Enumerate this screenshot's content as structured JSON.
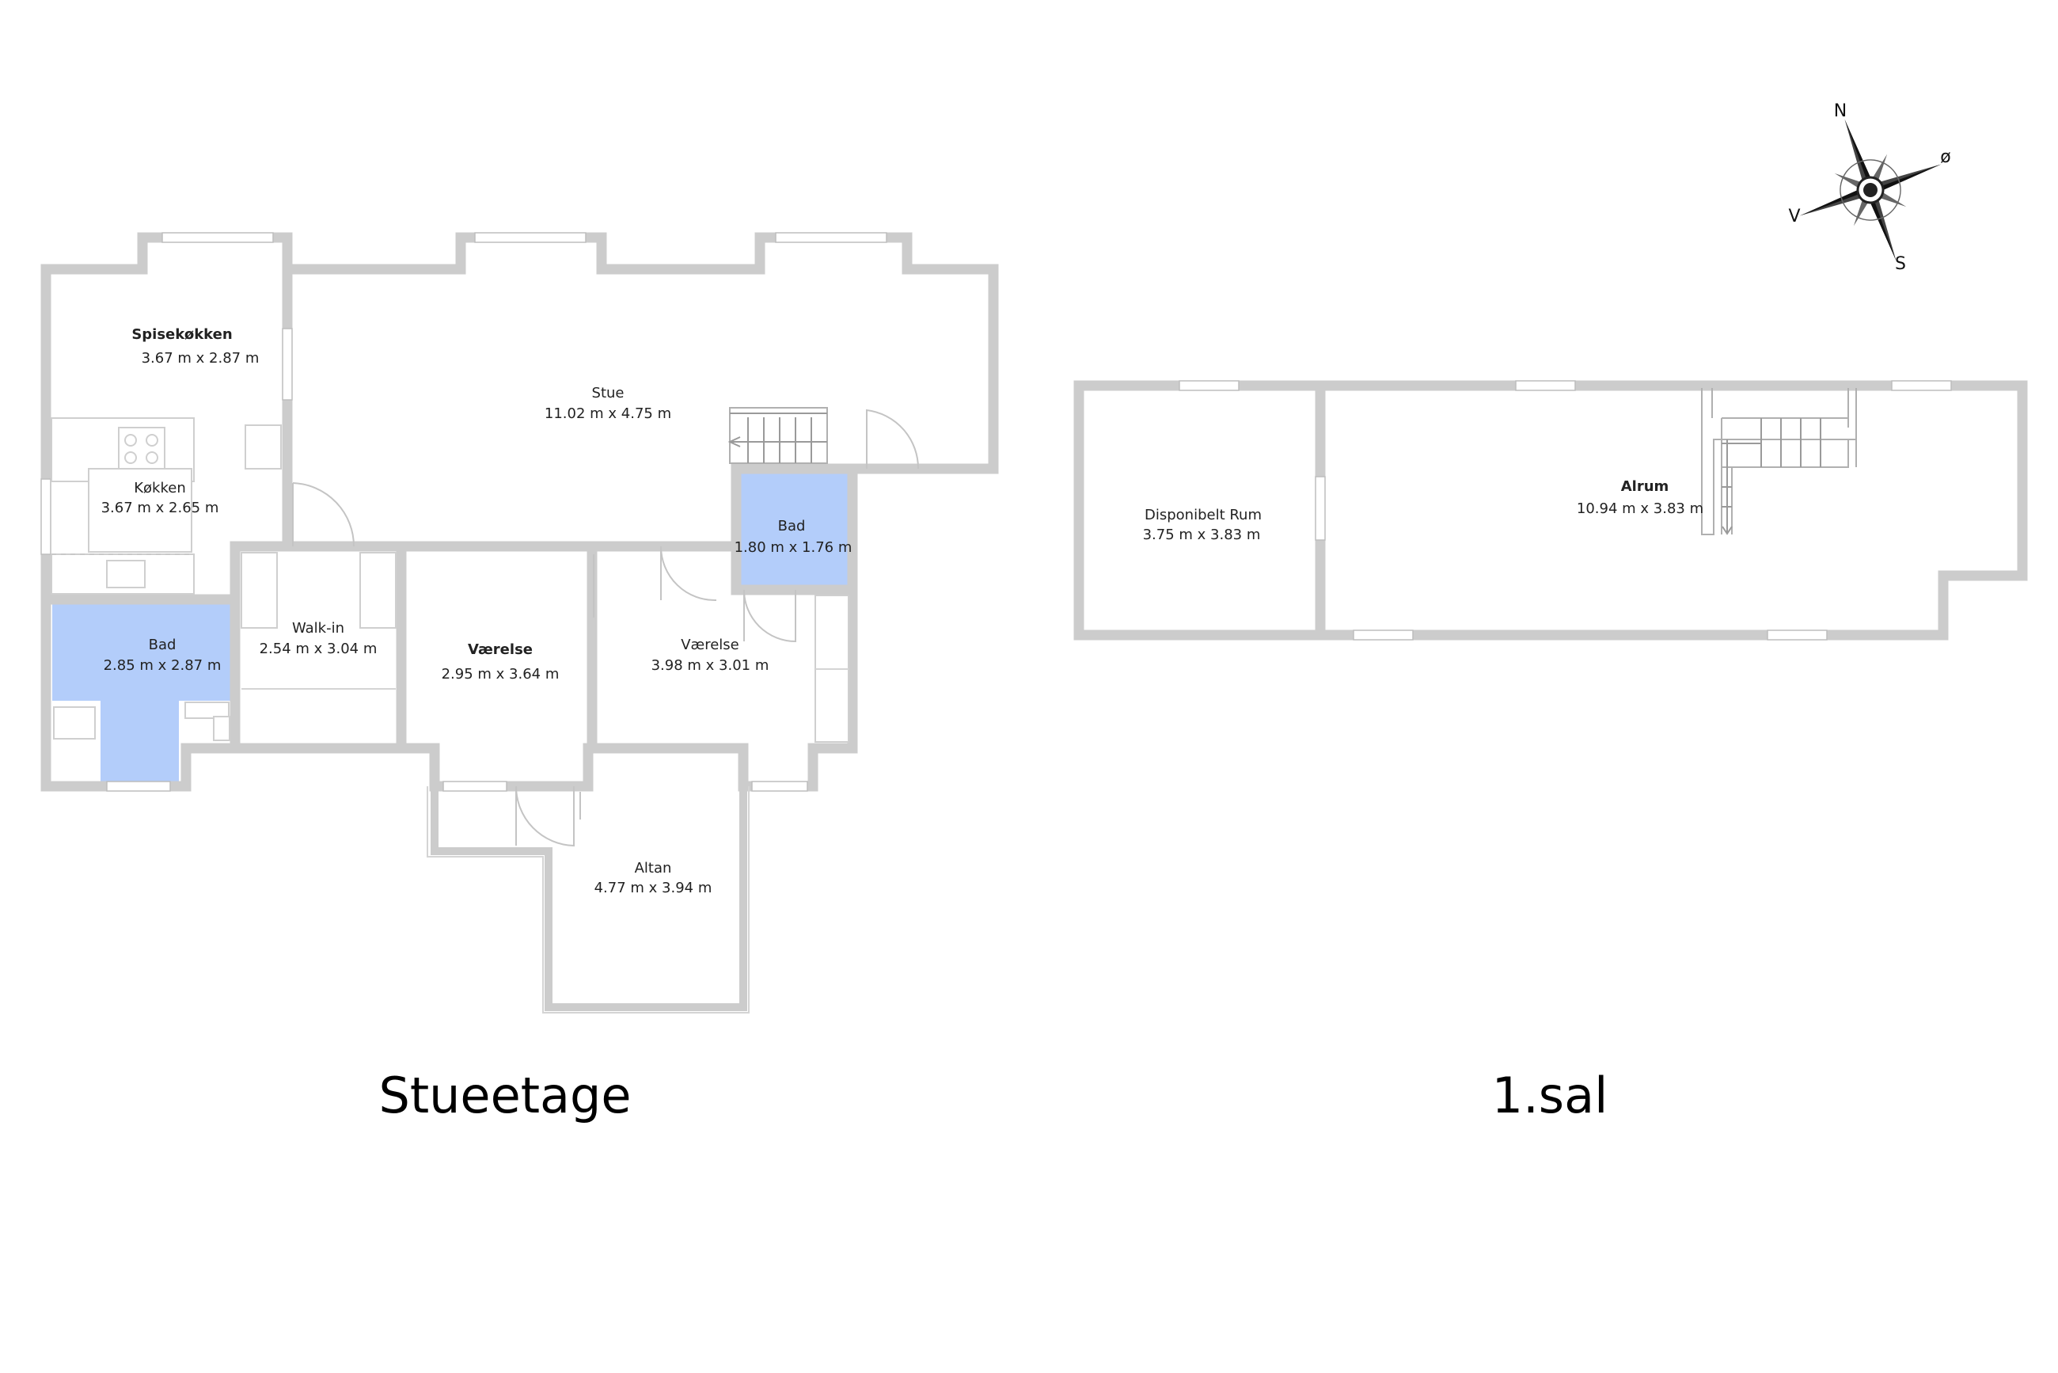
{
  "floors": {
    "ground": {
      "title": "Stueetage",
      "rooms": {
        "spisekokken": {
          "name": "Spisekøkken",
          "size": "3.67 m x 2.87 m"
        },
        "stue": {
          "name": "Stue",
          "size": "11.02 m x 4.75 m"
        },
        "kokken": {
          "name": "Køkken",
          "size": "3.67 m x 2.65 m"
        },
        "bad_small": {
          "name": "Bad",
          "size": "1.80 m x 1.76 m"
        },
        "bad_large": {
          "name": "Bad",
          "size": "2.85 m x 2.87 m"
        },
        "walkin": {
          "name": "Walk-in",
          "size": "2.54 m x 3.04 m"
        },
        "vaerelse1": {
          "name": "Værelse",
          "size": "2.95 m x 3.64 m"
        },
        "vaerelse2": {
          "name": "Værelse",
          "size": "3.98 m x 3.01 m"
        },
        "altan": {
          "name": "Altan",
          "size": "4.77 m x 3.94 m"
        }
      }
    },
    "first": {
      "title": "1.sal",
      "rooms": {
        "disponibelt": {
          "name": "Disponibelt Rum",
          "size": "3.75 m x 3.83 m"
        },
        "alrum": {
          "name": "Alrum",
          "size": "10.94 m x 3.83 m"
        }
      }
    }
  },
  "compass": {
    "n": "N",
    "e": "ø",
    "s": "S",
    "w": "V"
  },
  "colors": {
    "wall": "#cccccc",
    "bathroom": "#b3cdfa",
    "text": "#222222"
  }
}
